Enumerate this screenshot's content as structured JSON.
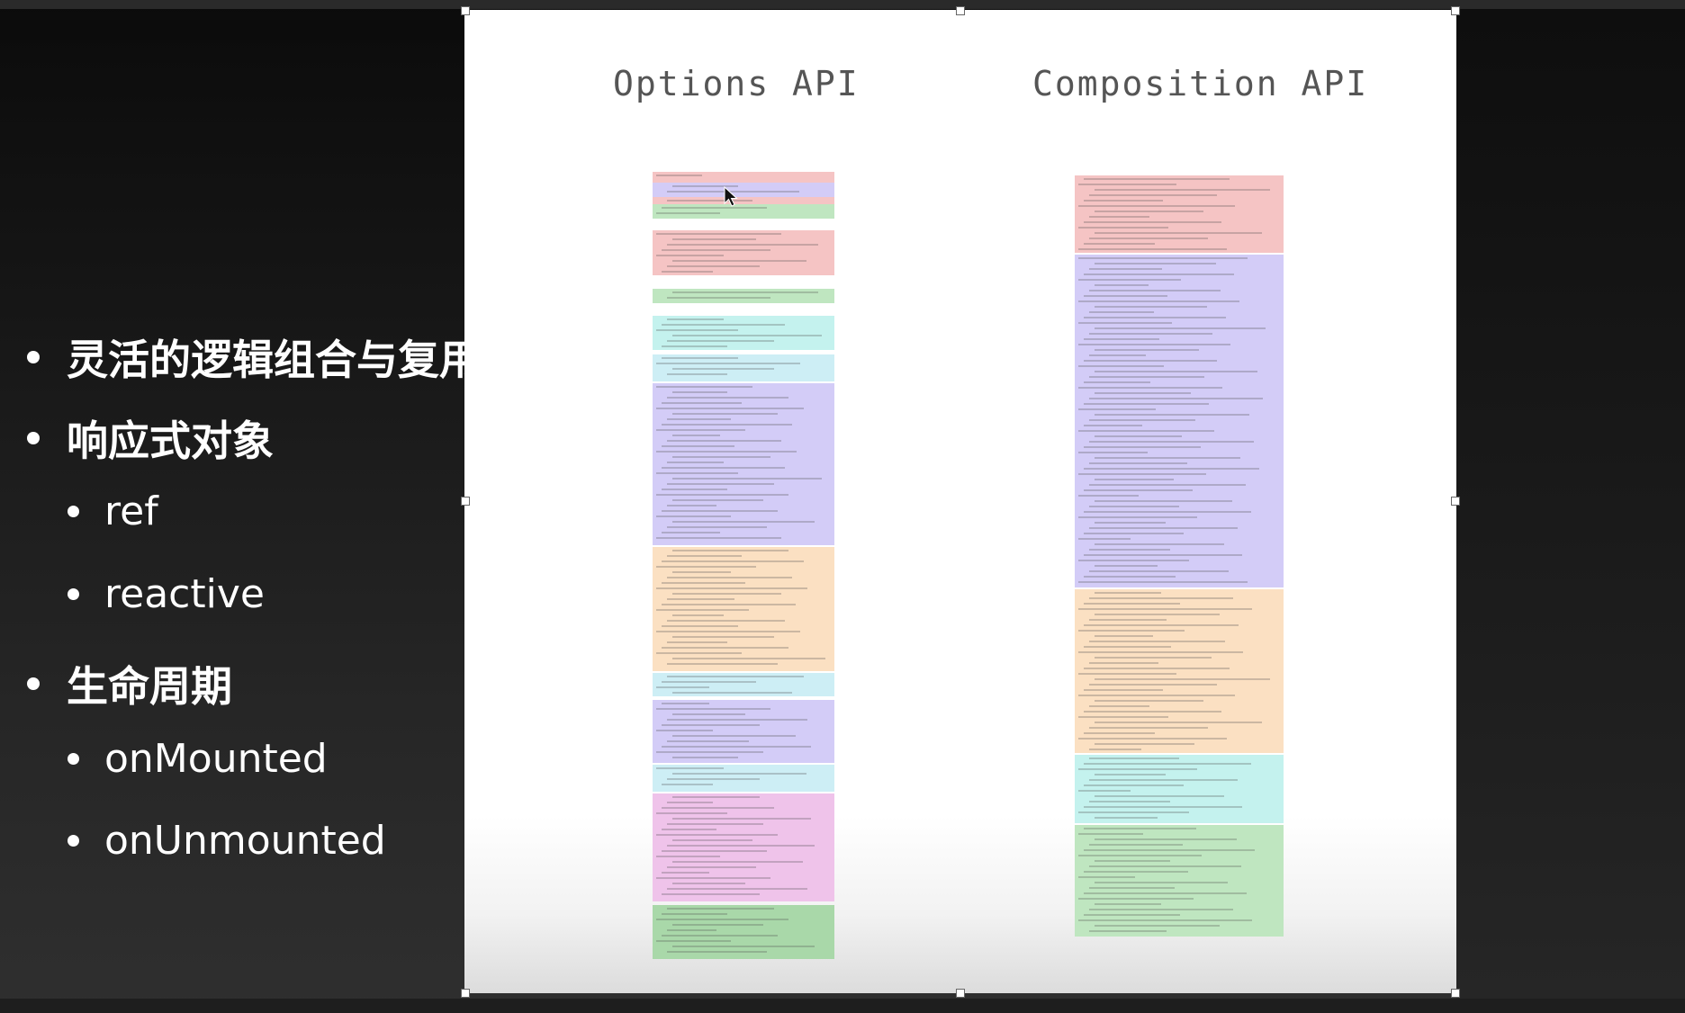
{
  "slide": {
    "bullets": [
      {
        "text": "灵活的逻辑组合与复用",
        "level": 1
      },
      {
        "text": "响应式对象",
        "level": 1
      },
      {
        "text": "ref",
        "level": 2
      },
      {
        "text": "reactive",
        "level": 2
      },
      {
        "text": "生命周期",
        "level": 1
      },
      {
        "text": "onMounted",
        "level": 2
      },
      {
        "text": "onUnmounted",
        "level": 2
      }
    ]
  },
  "image_panel": {
    "options_title": "Options API",
    "composition_title": "Composition API",
    "block_colors": {
      "red": "#f5c4c4",
      "purple": "#d3ccf7",
      "green": "#bfe6c0",
      "cyan": "#c4f2ee",
      "lightblue": "#cdeef5",
      "orange": "#fbe0c2",
      "pink": "#efc3ea",
      "darkgreen": "#a9d8a9"
    }
  }
}
